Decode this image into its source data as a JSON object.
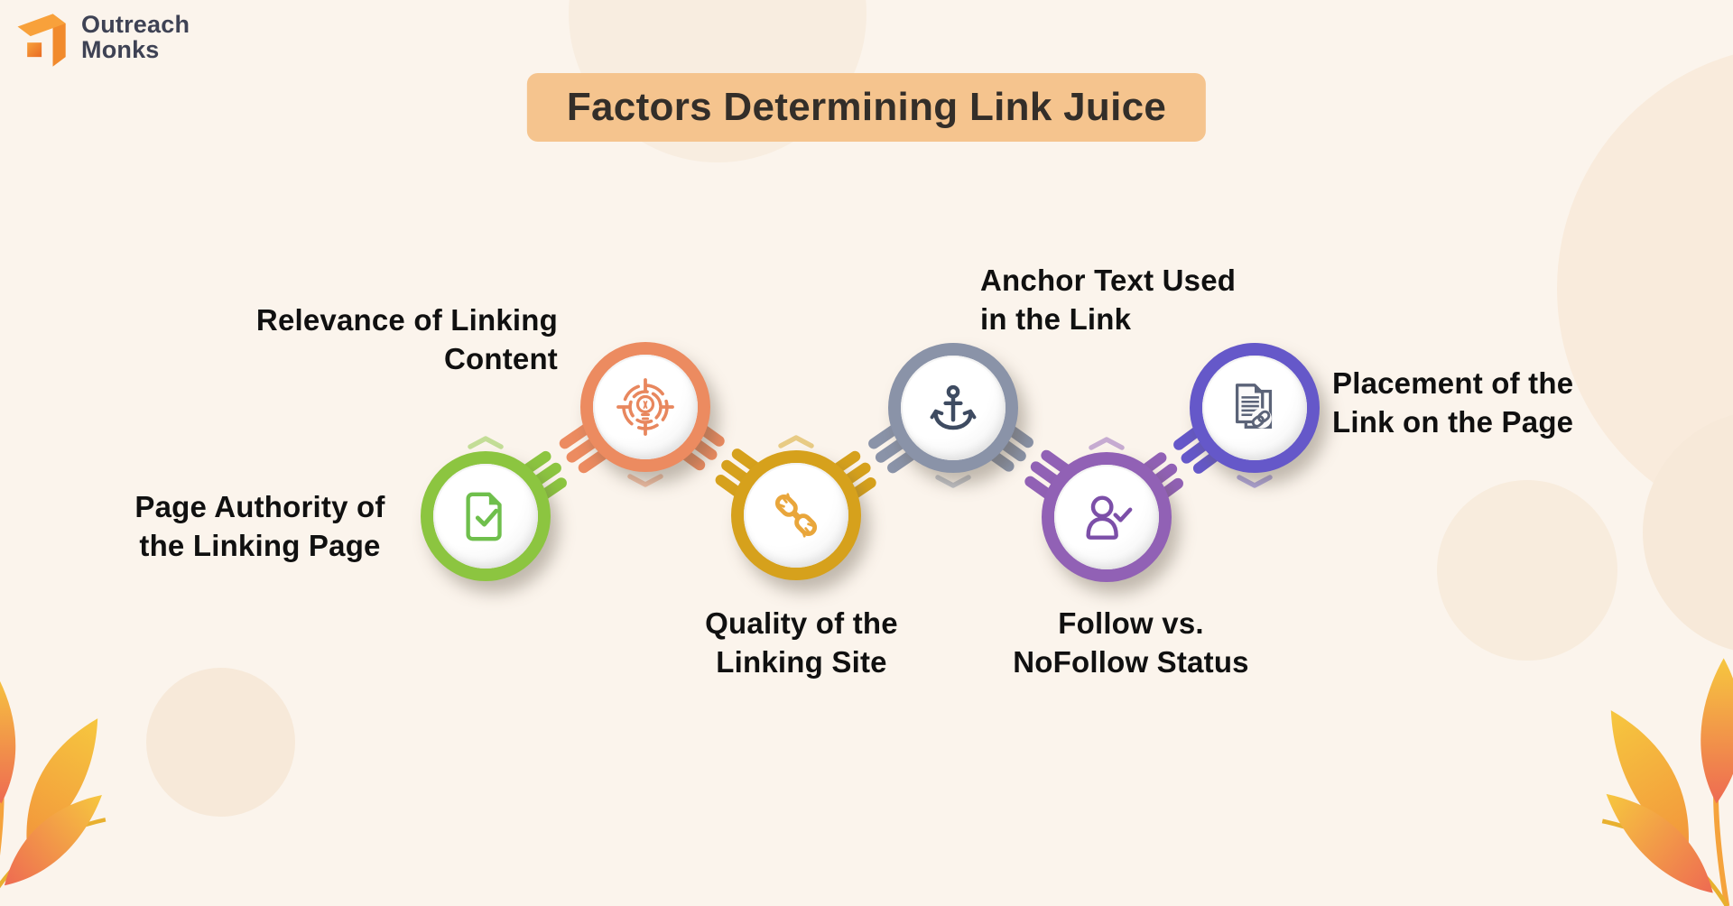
{
  "header": {
    "logo_line1": "Outreach",
    "logo_line2": "Monks"
  },
  "title": "Factors Determining Link Juice",
  "factors": [
    {
      "id": "page-authority",
      "lines": [
        "Page Authority of",
        "the Linking Page"
      ],
      "ring_color": "#8CC540",
      "icon": "document-check-icon",
      "icon_color": "#6FBF4C"
    },
    {
      "id": "relevance",
      "lines": [
        "Relevance of Linking",
        "Content"
      ],
      "ring_color": "#EC8B60",
      "icon": "lightbulb-target-icon",
      "icon_color": "#E8875E"
    },
    {
      "id": "quality",
      "lines": [
        "Quality of the",
        "Linking Site"
      ],
      "ring_color": "#D6A11C",
      "icon": "broken-chain-icon",
      "icon_color": "#E9A63B"
    },
    {
      "id": "anchor-text",
      "lines": [
        "Anchor Text Used",
        "in the Link"
      ],
      "ring_color": "#8A93A8",
      "icon": "anchor-icon",
      "icon_color": "#3E4B61"
    },
    {
      "id": "follow-status",
      "lines": [
        "Follow vs.",
        "NoFollow Status"
      ],
      "ring_color": "#9161B5",
      "icon": "user-check-icon",
      "icon_color": "#7C4FA8"
    },
    {
      "id": "placement",
      "lines": [
        "Placement of the",
        "Link on the Page"
      ],
      "ring_color": "#6558C9",
      "icon": "documents-link-icon",
      "icon_color": "#5B6378"
    }
  ],
  "colors": {
    "background": "#FBF4EC",
    "title_bg": "#F5C48E",
    "title_text": "#332E29",
    "label_text": "#101010",
    "logo_text": "#3E4254",
    "logo_orange": "#F6952F",
    "leaf_gold": "#F6C73F",
    "leaf_orange": "#F2953C",
    "leaf_pink": "#EC4D6B"
  }
}
